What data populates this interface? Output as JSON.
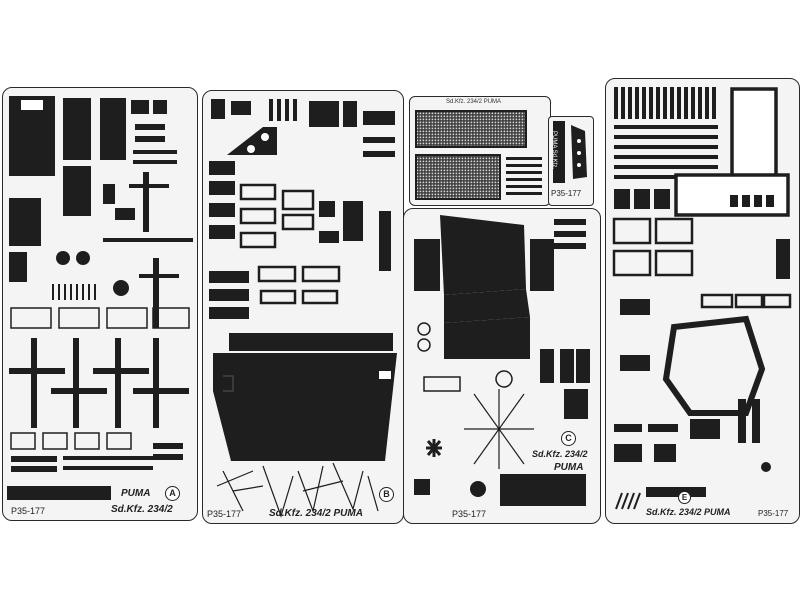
{
  "frets": [
    {
      "id": "A",
      "code": "P35-177",
      "title_line1": "PUMA",
      "title_line2": "Sd.Kfz. 234/2",
      "letter": "A"
    },
    {
      "id": "B",
      "code": "P35-177",
      "title": "Sd.Kfz. 234/2 PUMA",
      "letter": "B"
    },
    {
      "id": "C1",
      "header": "Sd.Kfz. 234/2 PUMA"
    },
    {
      "id": "C2",
      "code": "P35-177",
      "vertical": "PUMA Sd.Kfz."
    },
    {
      "id": "C3",
      "code": "P35-177",
      "title_line1": "Sd.Kfz. 234/2",
      "title_line2": "PUMA",
      "letter": "C"
    },
    {
      "id": "E",
      "code": "P35-177",
      "title": "Sd.Kfz. 234/2 PUMA",
      "letter": "E"
    }
  ],
  "colors": {
    "etch": "#1e1e1e",
    "fret": "#f4f4f4",
    "border": "#2a2a2a"
  }
}
